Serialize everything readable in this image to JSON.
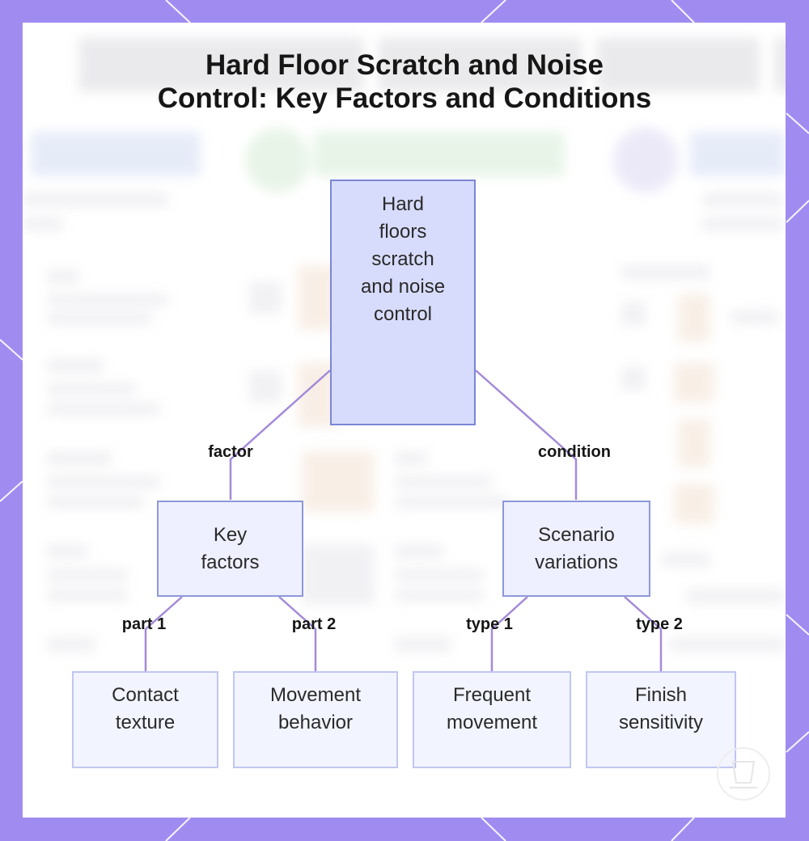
{
  "title": "Hard Floor Scratch and Noise Control: Key Factors and Conditions",
  "title_lines": [
    "Hard Floor Scratch and Noise",
    "Control: Key Factors and Conditions"
  ],
  "colors": {
    "frame": "#a08cf0",
    "root_fill": "#d8dcfc",
    "root_border": "#7a86d6",
    "mid_fill": "#eef0ff",
    "leaf_fill": "#f2f4ff",
    "connector": "#a48ad8"
  },
  "diagram": {
    "root": {
      "label_lines": [
        "Hard",
        "floors",
        "scratch",
        "and noise",
        "control"
      ]
    },
    "branches": [
      {
        "edge_label": "factor",
        "node": {
          "label_lines": [
            "Key",
            "factors"
          ]
        },
        "children": [
          {
            "edge_label": "part 1",
            "label_lines": [
              "Contact",
              "texture"
            ]
          },
          {
            "edge_label": "part 2",
            "label_lines": [
              "Movement",
              "behavior"
            ]
          }
        ]
      },
      {
        "edge_label": "condition",
        "node": {
          "label_lines": [
            "Scenario",
            "variations"
          ]
        },
        "children": [
          {
            "edge_label": "type 1",
            "label_lines": [
              "Frequent",
              "movement"
            ]
          },
          {
            "edge_label": "type 2",
            "label_lines": [
              "Finish",
              "sensitivity"
            ]
          }
        ]
      }
    ]
  },
  "watermark_icon": "cup-logo-icon"
}
